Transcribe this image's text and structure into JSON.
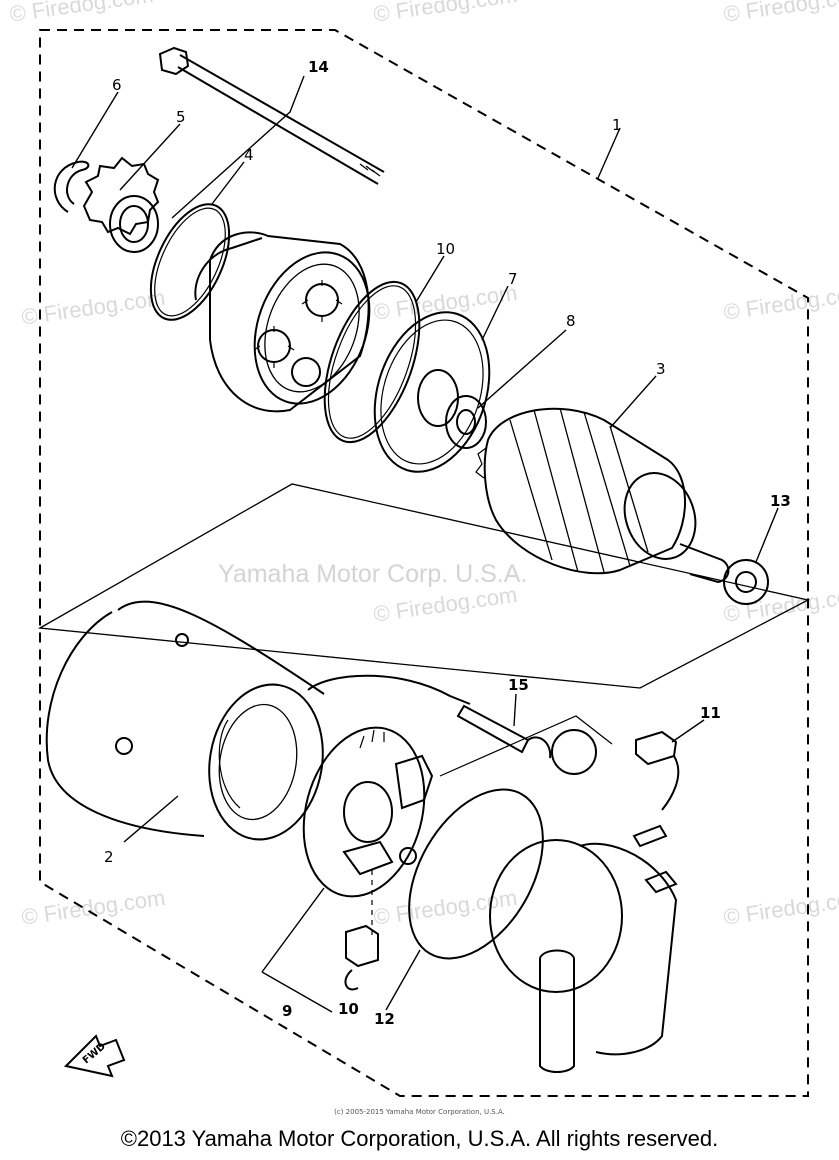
{
  "watermarks": {
    "site": "© Firedog.com",
    "corp": "Yamaha Motor Corp. U.S.A."
  },
  "callouts": {
    "c1": "1",
    "c2": "2",
    "c3": "3",
    "c4": "4",
    "c5": "5",
    "c6": "6",
    "c7": "7",
    "c8": "8",
    "c9": "9",
    "c10a": "10",
    "c10b": "10",
    "c11": "11",
    "c12": "12",
    "c13": "13",
    "c14": "14",
    "c15": "15"
  },
  "fwd_label": "FWD",
  "footer": {
    "small": "(c) 2005-2015 Yamaha Motor Corporation, U.S.A.",
    "copyright": "©2013 Yamaha Motor Corporation, U.S.A. All rights reserved."
  }
}
